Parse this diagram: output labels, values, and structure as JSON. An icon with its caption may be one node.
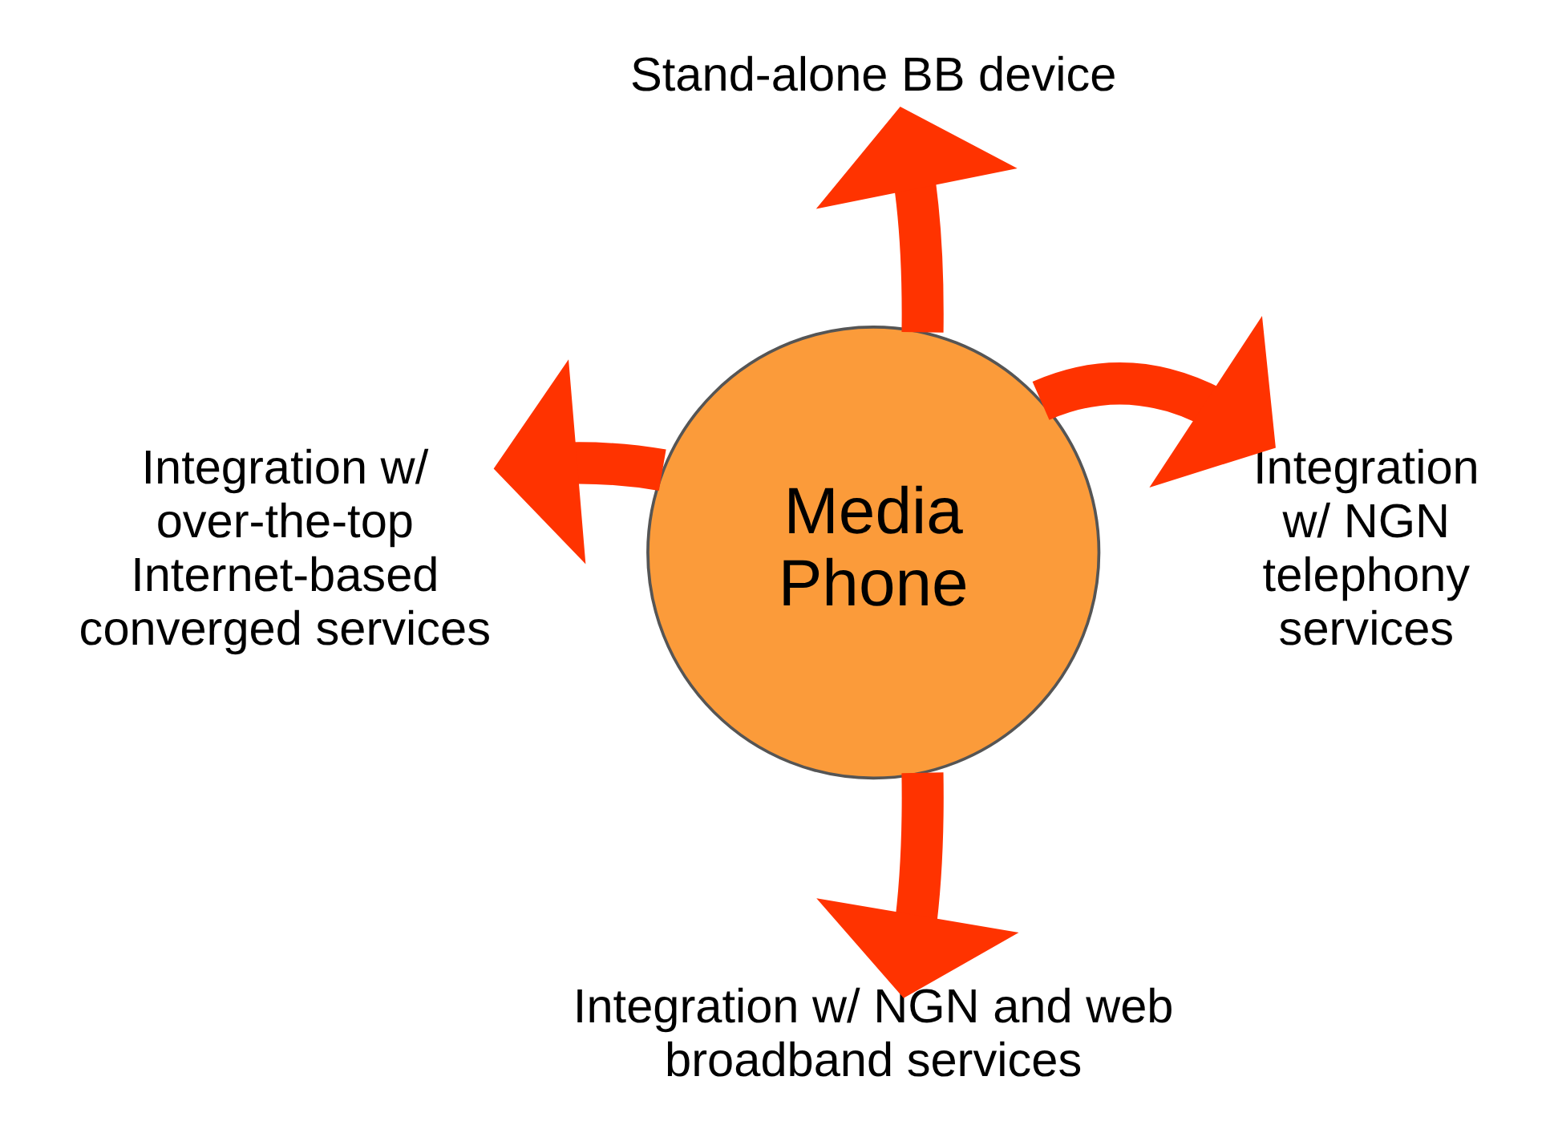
{
  "diagram": {
    "nodes": [
      {
        "text": [
          "Media Phone"
        ]
      },
      {
        "text": [
          "Stand-alone BB device"
        ]
      },
      {
        "text": [
          "Integration w/ NGN telephony services"
        ]
      },
      {
        "text": [
          "Integration w/ NGN and web broadband services"
        ]
      },
      {
        "text": [
          "Integration w/ over-the-top Internet-based converged services"
        ]
      }
    ],
    "edges": [
      {
        "from": 0,
        "to": 1,
        "arrow": "to"
      },
      {
        "from": 0,
        "to": 2,
        "arrow": "to"
      },
      {
        "from": 0,
        "to": 3,
        "arrow": "to"
      },
      {
        "from": 0,
        "to": 4,
        "arrow": "to"
      }
    ]
  }
}
